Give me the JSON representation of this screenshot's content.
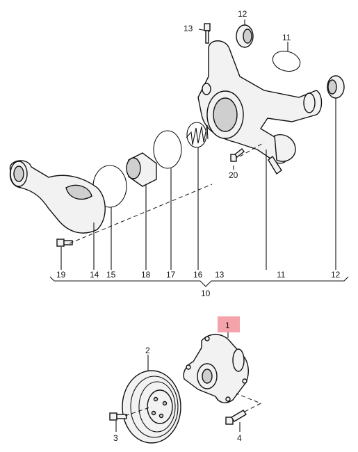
{
  "labels": {
    "p1": "1",
    "p2": "2",
    "p3": "3",
    "p4": "4",
    "p10": "10",
    "p11_top": "11",
    "p12_top": "12",
    "p13_top": "13",
    "p20": "20",
    "bottom_row": [
      "19",
      "14",
      "15",
      "18",
      "17",
      "16",
      "13",
      "11",
      "12"
    ]
  },
  "highlight_color": "#f4a3aa"
}
